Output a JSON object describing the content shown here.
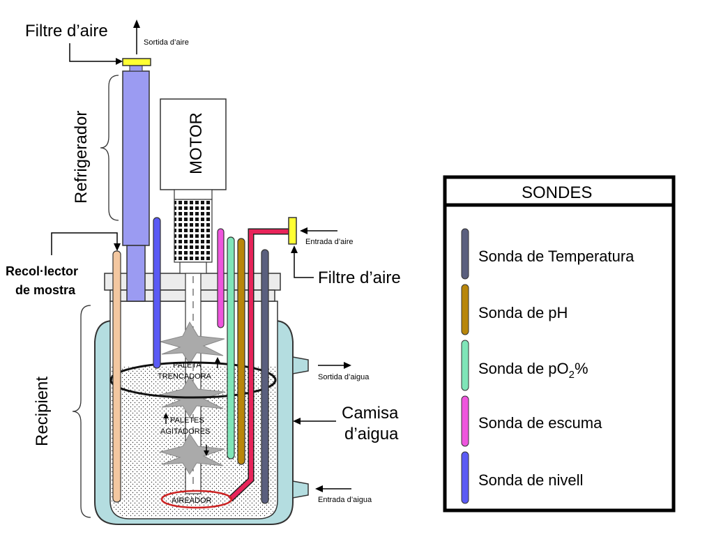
{
  "labels": {
    "filtre_top": "Filtre d’aire",
    "sortida_aire": "Sortida d’aire",
    "refrigerador": "Refrigerador",
    "motor": "MOTOR",
    "entrada_aire": "Entrada d’aire",
    "filtre_right": "Filtre d’aire",
    "recollector_1": "Recol·lector",
    "recollector_2": "de mostra",
    "recipient": "Recipient",
    "paleta_1": "PALETA",
    "paleta_2": "TRENCADORA",
    "sortida_aigua": "Sortida d’aigua",
    "camisa_1": "Camisa",
    "camisa_2": "d’aigua",
    "paletes_1": "PALETES",
    "paletes_2": "AGITADORES",
    "entrada_aigua": "Entrada d’aigua",
    "aireador": "AIREADOR"
  },
  "legend": {
    "title": "SONDES",
    "items": [
      {
        "label": "Sonda de Temperatura",
        "color": "#5a5f7e"
      },
      {
        "label": "Sonda de pH",
        "color": "#b8860b"
      },
      {
        "label_prefix": "Sonda de pO",
        "label_sub": "2",
        "label_suffix": "%",
        "color": "#7fe5b8"
      },
      {
        "label": "Sonda de escuma",
        "color": "#ee55dd"
      },
      {
        "label": "Sonda de nivell",
        "color": "#5a5af5"
      }
    ]
  },
  "colors": {
    "jacket": "#b4dde0",
    "condenser": "#9b9bf2",
    "filter": "#ffff33",
    "air_line": "#e8245a",
    "sampler": "#f3c7a0"
  }
}
